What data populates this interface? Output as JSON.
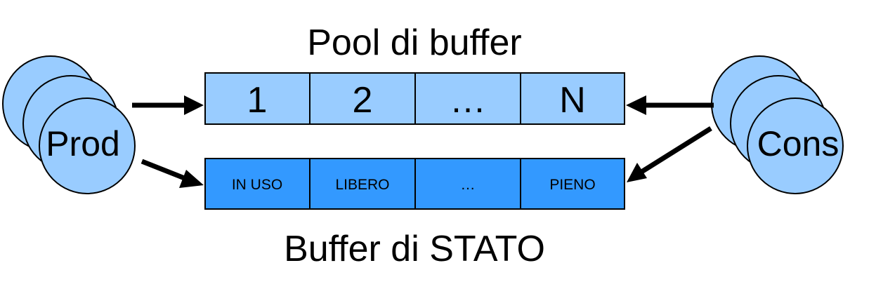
{
  "pool": {
    "title": "Pool di buffer",
    "cells": [
      "1",
      "2",
      "…",
      "N"
    ],
    "fill_color": "#99ccff"
  },
  "status": {
    "title": "Buffer di STATO",
    "cells": [
      "IN USO",
      "LIBERO",
      "…",
      "PIENO"
    ],
    "fill_color": "#3399ff"
  },
  "producer": {
    "label": "Prod",
    "fill_color": "#99ccff"
  },
  "consumer": {
    "label": "Cons",
    "fill_color": "#99ccff"
  }
}
